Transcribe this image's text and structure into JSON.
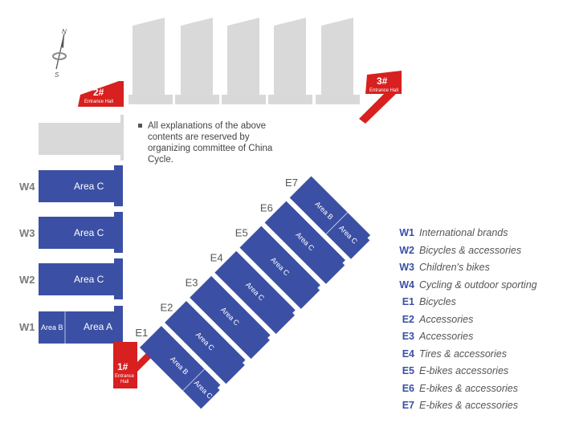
{
  "map": {
    "colors": {
      "hall": "#3b50a4",
      "entrance": "#d7201f",
      "grey": "#d9d9d9",
      "label": "#7a7a7a"
    },
    "compass": {
      "north": "N",
      "south": "S",
      "icon": "compass-icon"
    },
    "west_halls": [
      {
        "id": "W4",
        "areas": [
          "Area C"
        ]
      },
      {
        "id": "W3",
        "areas": [
          "Area C"
        ]
      },
      {
        "id": "W2",
        "areas": [
          "Area C"
        ]
      },
      {
        "id": "W1",
        "areas": [
          "Area B",
          "Area A"
        ]
      }
    ],
    "east_halls": [
      {
        "id": "E1",
        "areas": [
          "Area B",
          "Area C"
        ]
      },
      {
        "id": "E2",
        "areas": [
          "Area C"
        ]
      },
      {
        "id": "E3",
        "areas": [
          "Area C"
        ]
      },
      {
        "id": "E4",
        "areas": [
          "Area C"
        ]
      },
      {
        "id": "E5",
        "areas": [
          "Area C"
        ]
      },
      {
        "id": "E6",
        "areas": [
          "Area C"
        ]
      },
      {
        "id": "E7",
        "areas": [
          "Area B",
          "Area C"
        ]
      }
    ],
    "entrances": [
      {
        "number": "1#",
        "line1": "Entrance",
        "line2": "Hall"
      },
      {
        "number": "2#",
        "line1": "Entrance Hall"
      },
      {
        "number": "3#",
        "line1": "Entrance Hall"
      }
    ],
    "note": "All explanations of the above contents are reserved by organizing committee of China Cycle."
  },
  "legend": [
    {
      "code": "W1",
      "desc": "International brands"
    },
    {
      "code": "W2",
      "desc": "Bicycles & accessories"
    },
    {
      "code": "W3",
      "desc": "Children's bikes"
    },
    {
      "code": "W4",
      "desc": "Cycling & outdoor sporting"
    },
    {
      "code": "E1",
      "desc": "Bicycles"
    },
    {
      "code": "E2",
      "desc": "Accessories"
    },
    {
      "code": "E3",
      "desc": "Accessories"
    },
    {
      "code": "E4",
      "desc": "Tires & accessories"
    },
    {
      "code": "E5",
      "desc": "E-bikes accessories"
    },
    {
      "code": "E6",
      "desc": "E-bikes & accessories"
    },
    {
      "code": "E7",
      "desc": "E-bikes & accessories"
    }
  ]
}
